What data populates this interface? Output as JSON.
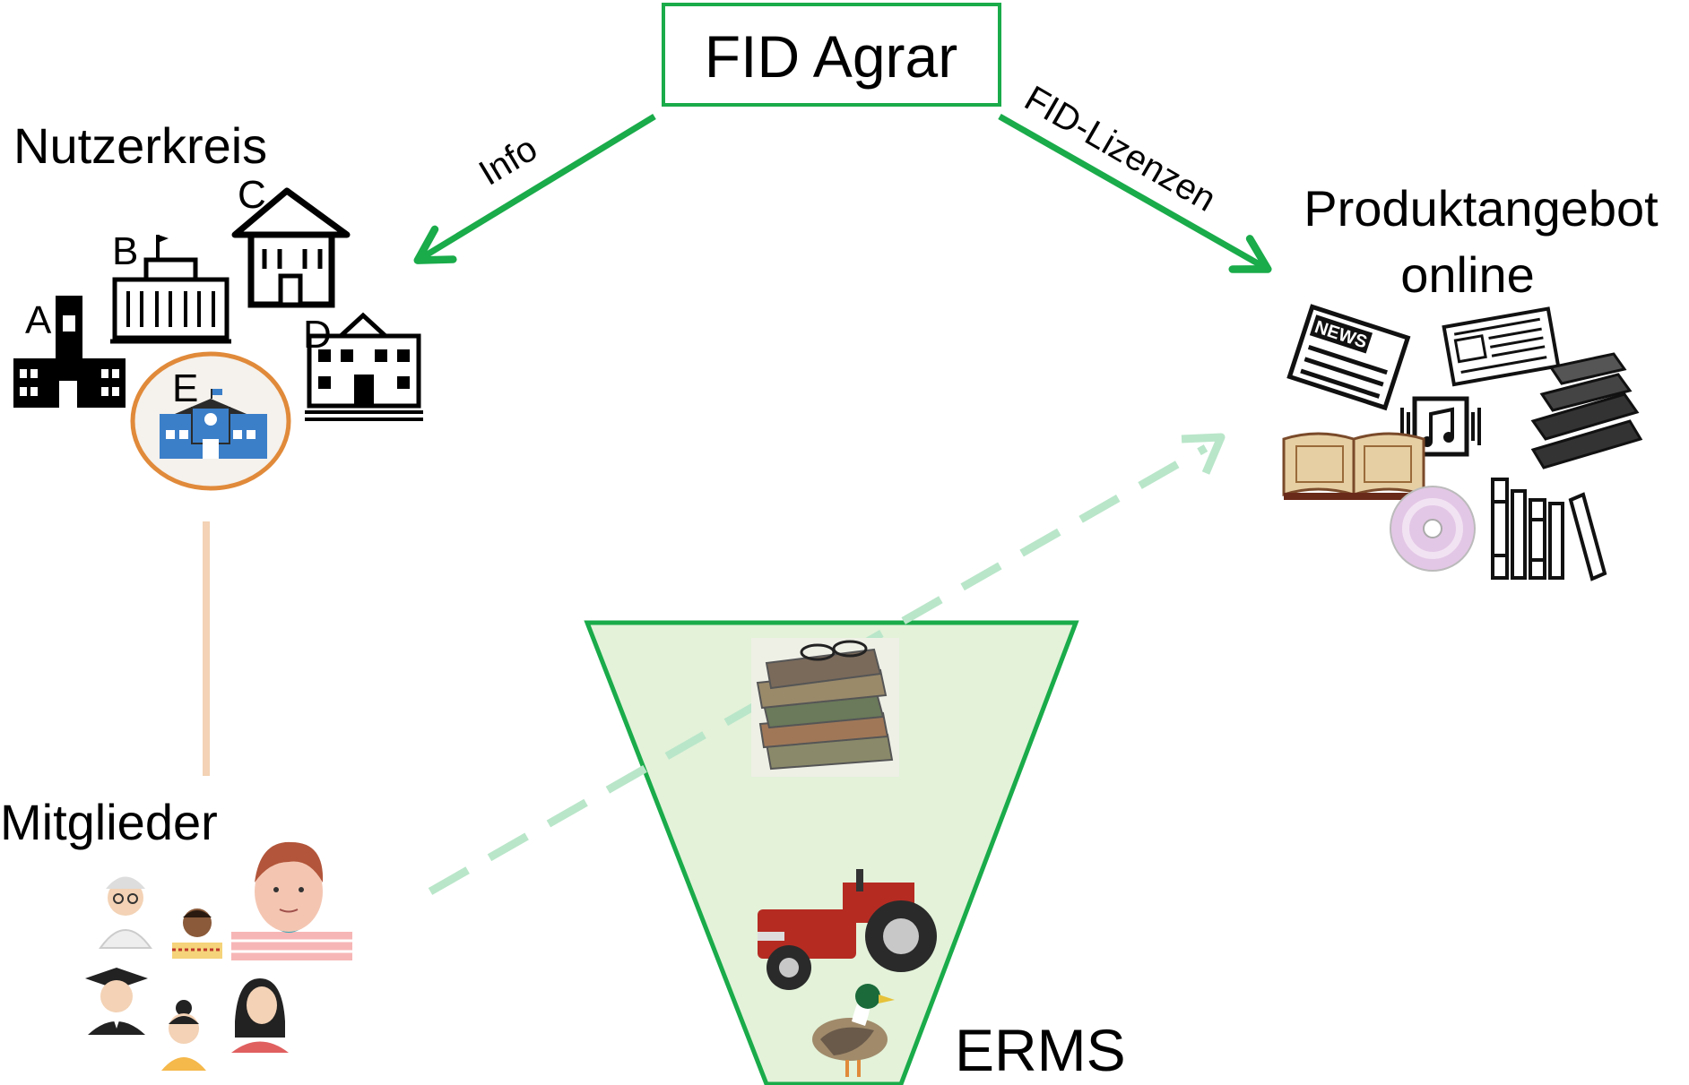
{
  "title": "FID Agrar",
  "edges": {
    "info": "Info",
    "fid_lizenzen": "FID-Lizenzen"
  },
  "nutzerkreis": {
    "label": "Nutzerkreis",
    "institutions": [
      "A",
      "B",
      "C",
      "D",
      "E"
    ]
  },
  "produktangebot": {
    "line1": "Produktangebot",
    "line2": "online",
    "items": [
      "news-icon",
      "newspaper-icon",
      "music-icon",
      "book-stack-icon",
      "open-book-icon",
      "cd-icon",
      "bookshelf-icon"
    ]
  },
  "mitglieder": {
    "label": "Mitglieder",
    "people": [
      "scientist-avatar",
      "man-avatar",
      "large-man-avatar",
      "graduate-avatar",
      "woman-avatar",
      "woman-dark-hair-avatar"
    ]
  },
  "erms": {
    "label": "ERMS",
    "items": [
      "books-with-glasses",
      "tractor",
      "duck"
    ]
  },
  "colors": {
    "green": "#1aab4a",
    "light_green_fill": "#e3f2d9",
    "dashed_green": "#b9e6c9",
    "orange": "#e08a3a",
    "connector": "#f3d2b5"
  }
}
